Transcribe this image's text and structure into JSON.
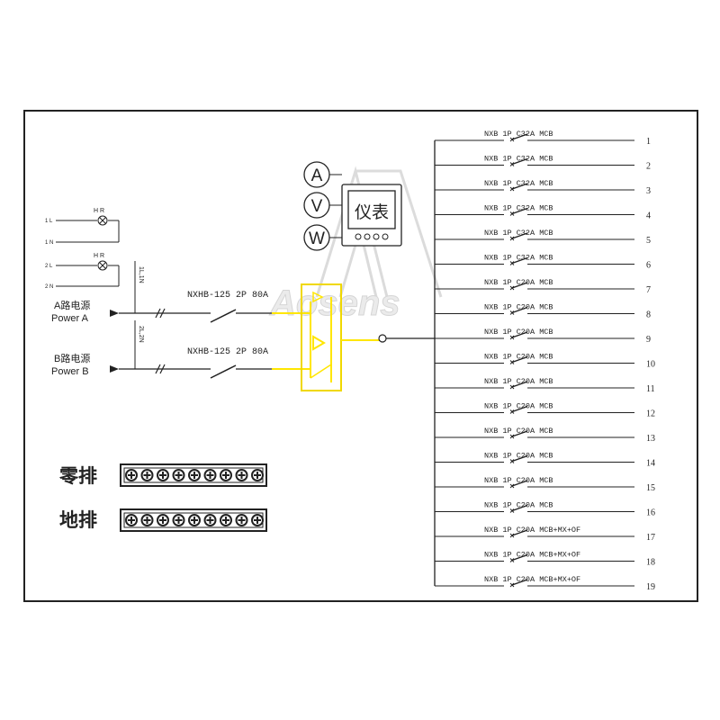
{
  "colors": {
    "line": "#1a1a1a",
    "bus": "#ffe600",
    "ats_border": "#f0d800"
  },
  "lamps": [
    {
      "label": "H R",
      "line_label": "1 L",
      "neutral_label": "1 N"
    },
    {
      "label": "H R",
      "line_label": "2 L",
      "neutral_label": "2 N"
    }
  ],
  "source_a": {
    "name_cn": "A路电源",
    "name_en": "Power A",
    "wire_label": "1L,1N",
    "breaker": "NXHB-125 2P 80A"
  },
  "source_b": {
    "name_cn": "B路电源",
    "name_en": "Power B",
    "wire_label": "2L,2N",
    "breaker": "NXHB-125 2P 80A"
  },
  "meters": [
    "A",
    "V",
    "W"
  ],
  "instrument_label": "仪表",
  "watermark": "Aosens",
  "neutral_bar_label": "零排",
  "ground_bar_label": "地排",
  "neutral_bar_terminals": 9,
  "ground_bar_terminals": 9,
  "outputs": [
    {
      "label": "NXB 1P C32A MCB",
      "number": "1"
    },
    {
      "label": "NXB 1P C32A MCB",
      "number": "2"
    },
    {
      "label": "NXB 1P C32A MCB",
      "number": "3"
    },
    {
      "label": "NXB 1P C32A MCB",
      "number": "4"
    },
    {
      "label": "NXB 1P C32A MCB",
      "number": "5"
    },
    {
      "label": "NXB 1P C32A MCB",
      "number": "6"
    },
    {
      "label": "NXB 1P C20A MCB",
      "number": "7"
    },
    {
      "label": "NXB 1P C20A MCB",
      "number": "8"
    },
    {
      "label": "NXB 1P C20A MCB",
      "number": "9"
    },
    {
      "label": "NXB 1P C20A MCB",
      "number": "10"
    },
    {
      "label": "NXB 1P C20A MCB",
      "number": "11"
    },
    {
      "label": "NXB 1P C20A MCB",
      "number": "12"
    },
    {
      "label": "NXB 1P C20A MCB",
      "number": "13"
    },
    {
      "label": "NXB 1P C20A MCB",
      "number": "14"
    },
    {
      "label": "NXB 1P C20A MCB",
      "number": "15"
    },
    {
      "label": "NXB 1P C20A MCB",
      "number": "16"
    },
    {
      "label": "NXB 1P C20A MCB+MX+OF",
      "number": "17"
    },
    {
      "label": "NXB 1P C20A MCB+MX+OF",
      "number": "18"
    },
    {
      "label": "NXB 1P C20A MCB+MX+OF",
      "number": "19"
    }
  ]
}
